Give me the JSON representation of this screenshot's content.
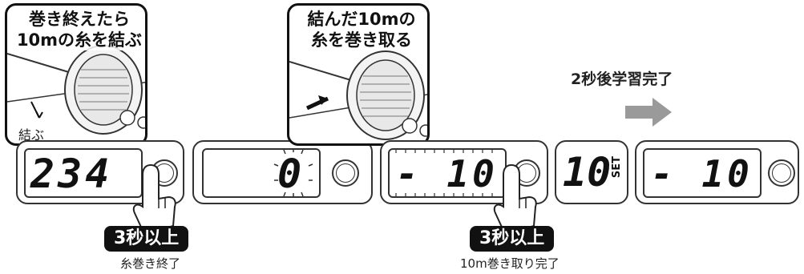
{
  "step1": {
    "caption_line1": "巻き終えたら",
    "caption_line2": "10mの糸を結ぶ",
    "tie_label": "結ぶ",
    "display_value": "234",
    "badge": "3秒以上",
    "action_label": "糸巻き終了"
  },
  "step2": {
    "display_value": "0"
  },
  "step3": {
    "caption_line1": "結んだ10mの",
    "caption_line2": "糸を巻き取る",
    "display_value": "- 10",
    "badge": "3秒以上",
    "action_label": "10m巻き取り完了"
  },
  "set_display": {
    "value": "10",
    "set_label": "SET"
  },
  "step4": {
    "note": "2秒後学習完了",
    "display_value": "- 10"
  },
  "colors": {
    "badge_bg": "#111111",
    "arrow": "#9a9a9a",
    "line": "#333333"
  }
}
